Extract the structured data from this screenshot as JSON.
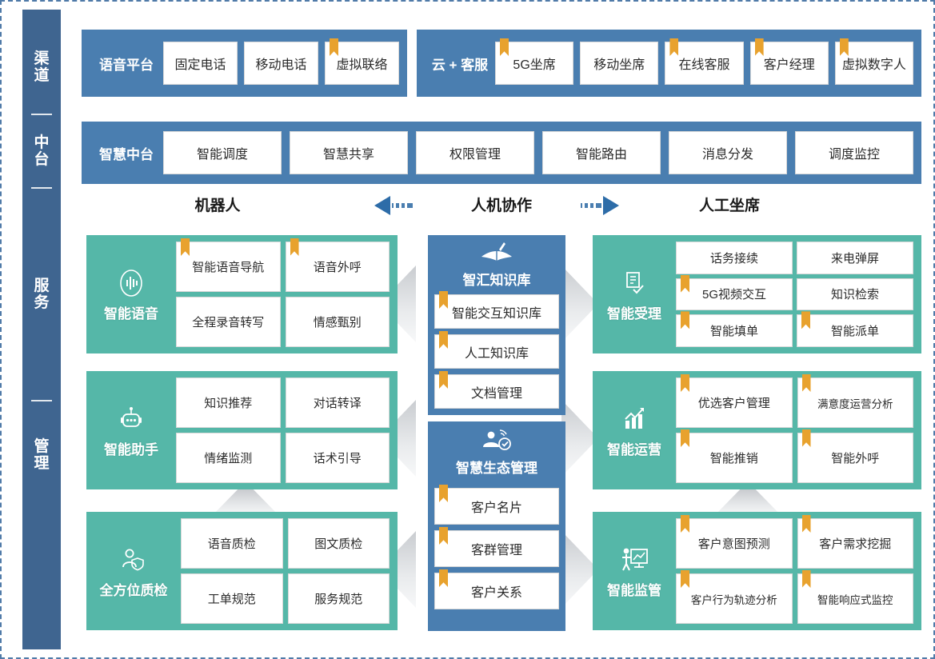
{
  "sidebar": {
    "items": [
      {
        "label": "渠道"
      },
      {
        "label": "中台"
      },
      {
        "label": "服务"
      },
      {
        "label": "管理"
      }
    ]
  },
  "channel_row": {
    "groups": [
      {
        "title": "语音平台",
        "items": [
          {
            "label": "固定电话",
            "bookmark": false
          },
          {
            "label": "移动电话",
            "bookmark": false
          },
          {
            "label": "虚拟联络",
            "bookmark": true
          }
        ]
      },
      {
        "title": "云 + 客服",
        "items": [
          {
            "label": "5G坐席",
            "bookmark": true
          },
          {
            "label": "移动坐席",
            "bookmark": false
          },
          {
            "label": "在线客服",
            "bookmark": true
          },
          {
            "label": "客户经理",
            "bookmark": true
          },
          {
            "label": "虚拟数字人",
            "bookmark": true
          }
        ]
      }
    ]
  },
  "platform_row": {
    "title": "智慧中台",
    "items": [
      {
        "label": "智能调度",
        "bookmark": false
      },
      {
        "label": "智慧共享",
        "bookmark": false
      },
      {
        "label": "权限管理",
        "bookmark": false
      },
      {
        "label": "智能路由",
        "bookmark": false
      },
      {
        "label": "消息分发",
        "bookmark": false
      },
      {
        "label": "调度监控",
        "bookmark": false
      }
    ]
  },
  "column_headers": {
    "left": "机器人",
    "center": "人机协作",
    "right": "人工坐席"
  },
  "left_panels": [
    {
      "name": "智能语音",
      "icon": "voice-wave-icon",
      "items": [
        {
          "label": "智能语音导航",
          "bookmark": true
        },
        {
          "label": "语音外呼",
          "bookmark": true
        },
        {
          "label": "全程录音转写",
          "bookmark": false
        },
        {
          "label": "情感甄别",
          "bookmark": false
        }
      ]
    },
    {
      "name": "智能助手",
      "icon": "robot-icon",
      "items": [
        {
          "label": "知识推荐",
          "bookmark": false
        },
        {
          "label": "对话转译",
          "bookmark": false
        },
        {
          "label": "情绪监测",
          "bookmark": false
        },
        {
          "label": "话术引导",
          "bookmark": false
        }
      ]
    },
    {
      "name": "全方位质检",
      "icon": "person-shield-icon",
      "items": [
        {
          "label": "语音质检",
          "bookmark": false
        },
        {
          "label": "图文质检",
          "bookmark": false
        },
        {
          "label": "工单规范",
          "bookmark": false
        },
        {
          "label": "服务规范",
          "bookmark": false
        }
      ]
    }
  ],
  "center_columns": [
    {
      "title": "智汇知识库",
      "icon": "open-book-icon",
      "items": [
        {
          "label": "智能交互知识库",
          "bookmark": true
        },
        {
          "label": "人工知识库",
          "bookmark": true
        },
        {
          "label": "文档管理",
          "bookmark": true
        }
      ]
    },
    {
      "title": "智慧生态管理",
      "icon": "eco-manage-icon",
      "items": [
        {
          "label": "客户名片",
          "bookmark": true
        },
        {
          "label": "客群管理",
          "bookmark": true
        },
        {
          "label": "客户关系",
          "bookmark": true
        }
      ]
    }
  ],
  "right_panels": [
    {
      "name": "智能受理",
      "icon": "form-check-icon",
      "items": [
        {
          "label": "话务接续",
          "bookmark": false
        },
        {
          "label": "来电弹屏",
          "bookmark": false
        },
        {
          "label": "5G视频交互",
          "bookmark": true
        },
        {
          "label": "知识检索",
          "bookmark": false
        },
        {
          "label": "智能填单",
          "bookmark": true
        },
        {
          "label": "智能派单",
          "bookmark": true
        }
      ]
    },
    {
      "name": "智能运营",
      "icon": "bar-chart-icon",
      "items": [
        {
          "label": "优选客户管理",
          "bookmark": true
        },
        {
          "label": "满意度运营分析",
          "bookmark": true
        },
        {
          "label": "智能推销",
          "bookmark": true
        },
        {
          "label": "智能外呼",
          "bookmark": true
        }
      ]
    },
    {
      "name": "智能监管",
      "icon": "presenter-board-icon",
      "items": [
        {
          "label": "客户意图预测",
          "bookmark": true
        },
        {
          "label": "客户需求挖掘",
          "bookmark": true
        },
        {
          "label": "客户行为轨迹分析",
          "bookmark": true
        },
        {
          "label": "智能响应式监控",
          "bookmark": true
        }
      ]
    }
  ],
  "colors": {
    "sidebar_blue": "#3f6590",
    "band_blue": "#4a7eb0",
    "panel_green": "#55b7a8",
    "bookmark_orange": "#e8a22e",
    "chevron_grey": "#c9ccd0",
    "chip_white": "#ffffff"
  }
}
